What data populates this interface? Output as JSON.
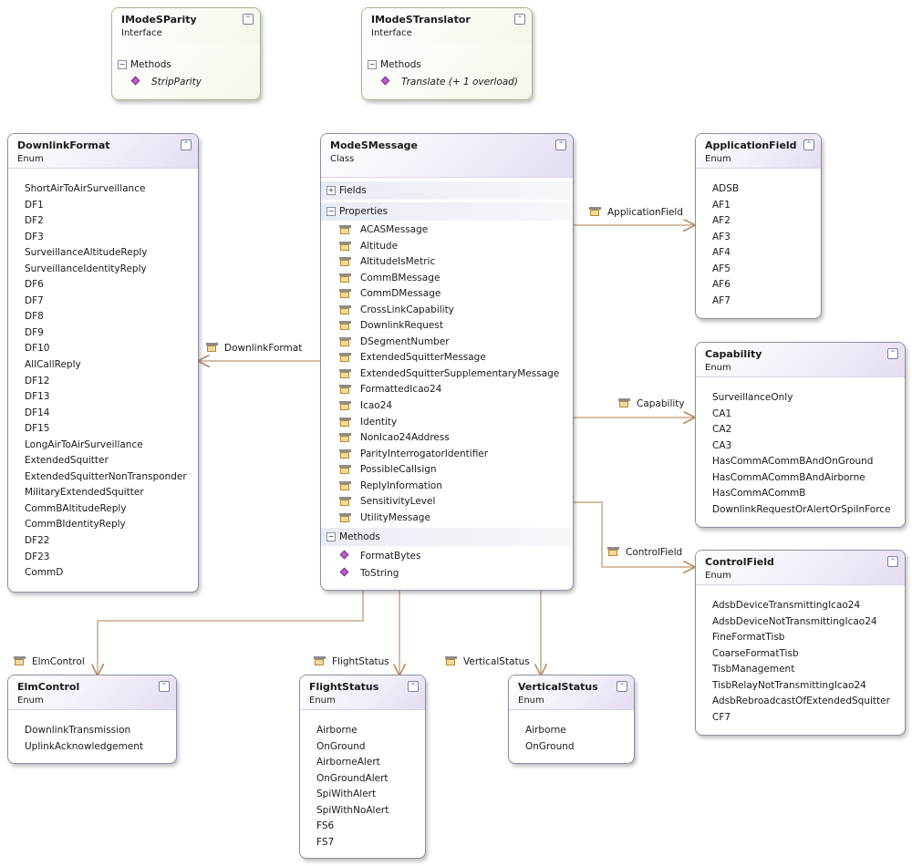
{
  "interfaces": [
    {
      "title": "IModeSParity",
      "kind": "Interface",
      "methods_label": "Methods",
      "methods": [
        "StripParity"
      ]
    },
    {
      "title": "IModeSTranslator",
      "kind": "Interface",
      "methods_label": "Methods",
      "methods": [
        "Translate (+ 1 overload)"
      ]
    }
  ],
  "main_class": {
    "title": "ModeSMessage",
    "kind": "Class",
    "fields_label": "Fields",
    "properties_label": "Properties",
    "methods_label": "Methods",
    "properties": [
      "ACASMessage",
      "Altitude",
      "AltitudeIsMetric",
      "CommBMessage",
      "CommDMessage",
      "CrossLinkCapability",
      "DownlinkRequest",
      "DSegmentNumber",
      "ExtendedSquitterMessage",
      "ExtendedSquitterSupplementaryMessage",
      "FormattedIcao24",
      "Icao24",
      "Identity",
      "NonIcao24Address",
      "ParityInterrogatorIdentifier",
      "PossibleCallsign",
      "ReplyInformation",
      "SensitivityLevel",
      "UtilityMessage"
    ],
    "methods": [
      "FormatBytes",
      "ToString"
    ]
  },
  "enums": {
    "downlink_format": {
      "title": "DownlinkFormat",
      "kind": "Enum",
      "items": [
        "ShortAirToAirSurveillance",
        "DF1",
        "DF2",
        "DF3",
        "SurveillanceAltitudeReply",
        "SurveillanceIdentityReply",
        "DF6",
        "DF7",
        "DF8",
        "DF9",
        "DF10",
        "AllCallReply",
        "DF12",
        "DF13",
        "DF14",
        "DF15",
        "LongAirToAirSurveillance",
        "ExtendedSquitter",
        "ExtendedSquitterNonTransponder",
        "MilitaryExtendedSquitter",
        "CommBAltitudeReply",
        "CommBIdentityReply",
        "DF22",
        "DF23",
        "CommD"
      ]
    },
    "application_field": {
      "title": "ApplicationField",
      "kind": "Enum",
      "items": [
        "ADSB",
        "AF1",
        "AF2",
        "AF3",
        "AF4",
        "AF5",
        "AF6",
        "AF7"
      ]
    },
    "capability": {
      "title": "Capability",
      "kind": "Enum",
      "items": [
        "SurveillanceOnly",
        "CA1",
        "CA2",
        "CA3",
        "HasCommACommBAndOnGround",
        "HasCommACommBAndAirborne",
        "HasCommACommB",
        "DownlinkRequestOrAlertOrSpiInForce"
      ]
    },
    "control_field": {
      "title": "ControlField",
      "kind": "Enum",
      "items": [
        "AdsbDeviceTransmittingIcao24",
        "AdsbDeviceNotTransmittingIcao24",
        "FineFormatTisb",
        "CoarseFormatTisb",
        "TisbManagement",
        "TisbRelayNotTransmittingIcao24",
        "AdsbRebroadcastOfExtendedSquitter",
        "CF7"
      ]
    },
    "elm_control": {
      "title": "ElmControl",
      "kind": "Enum",
      "items": [
        "DownlinkTransmission",
        "UplinkAcknowledgement"
      ]
    },
    "flight_status": {
      "title": "FlightStatus",
      "kind": "Enum",
      "items": [
        "Airborne",
        "OnGround",
        "AirborneAlert",
        "OnGroundAlert",
        "SpiWithAlert",
        "SpiWithNoAlert",
        "FS6",
        "FS7"
      ]
    },
    "vertical_status": {
      "title": "VerticalStatus",
      "kind": "Enum",
      "items": [
        "Airborne",
        "OnGround"
      ]
    }
  },
  "associations": {
    "downlink_format": "DownlinkFormat",
    "application_field": "ApplicationField",
    "capability": "Capability",
    "control_field": "ControlField",
    "elm_control": "ElmControl",
    "flight_status": "FlightStatus",
    "vertical_status": "VerticalStatus"
  },
  "icons": {
    "property": "property-icon",
    "method": "method-icon",
    "collapse": "chevron-up-icon",
    "expand": "plus-icon",
    "minus": "minus-icon"
  },
  "colors": {
    "connector": "#c9a88a",
    "enum_header": "#e4dcf1",
    "interface_header": "#f3f8ea"
  }
}
